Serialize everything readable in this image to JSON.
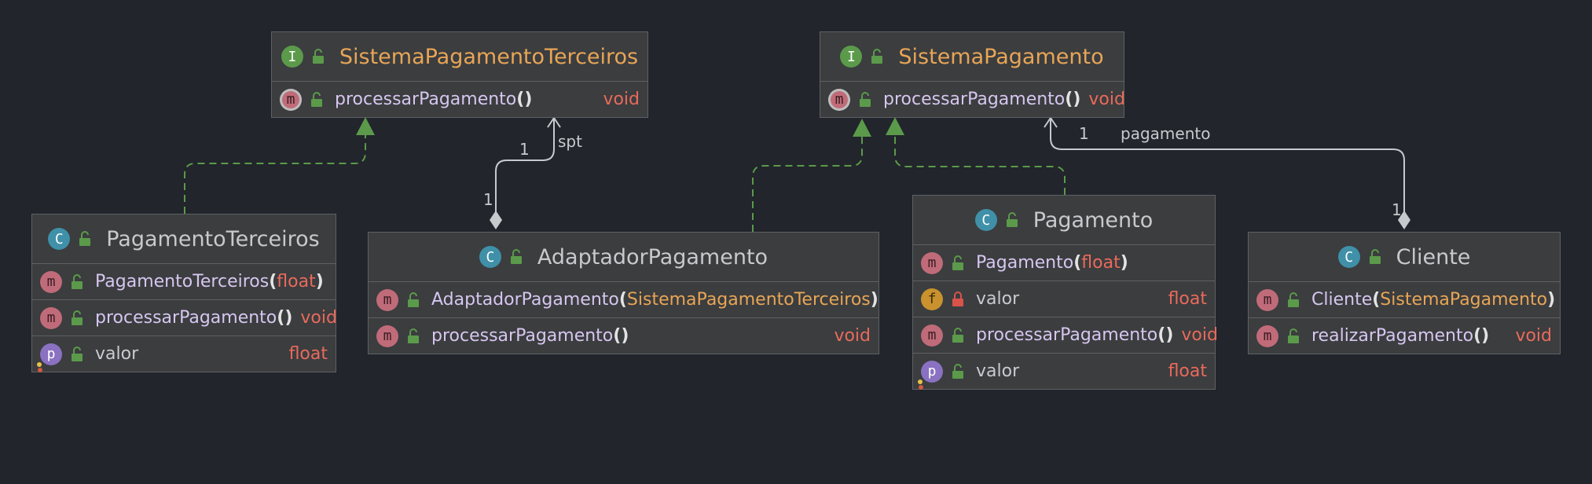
{
  "colors": {
    "background": "#22252b",
    "box": "#3b3d3f",
    "border": "#5e6164",
    "interface_title": "#e8a556",
    "class_title": "#c7cacd",
    "return_type": "#e96a5b",
    "realization_line": "#5b9a4a",
    "association_line": "#c7cacd"
  },
  "boxes": {
    "spt": {
      "kind": "interface",
      "badge": "I",
      "title": "SistemaPagamentoTerceiros",
      "rows": [
        {
          "badge": "m",
          "name": "processarPagamento",
          "parens": "()",
          "ret": "void"
        }
      ]
    },
    "sp": {
      "kind": "interface",
      "badge": "I",
      "title": "SistemaPagamento",
      "rows": [
        {
          "badge": "m",
          "name": "processarPagamento",
          "parens": "()",
          "ret": "void"
        }
      ]
    },
    "pt": {
      "kind": "class",
      "badge": "C",
      "title": "PagamentoTerceiros",
      "rows": [
        {
          "badge": "m",
          "name": "PagamentoTerceiros",
          "paren_open": "(",
          "param": "float",
          "paren_close": ")"
        },
        {
          "badge": "m",
          "name": "processarPagamento",
          "parens": "()",
          "ret": "void"
        },
        {
          "badge": "p",
          "name": "valor",
          "ret": "float"
        }
      ]
    },
    "ap": {
      "kind": "class",
      "badge": "C",
      "title": "AdaptadorPagamento",
      "rows": [
        {
          "badge": "m",
          "name": "AdaptadorPagamento",
          "paren_open": "(",
          "param": "SistemaPagamentoTerceiros",
          "paren_close": ")"
        },
        {
          "badge": "m",
          "name": "processarPagamento",
          "parens": "()",
          "ret": "void"
        }
      ]
    },
    "pg": {
      "kind": "class",
      "badge": "C",
      "title": "Pagamento",
      "rows": [
        {
          "badge": "m",
          "name": "Pagamento",
          "paren_open": "(",
          "param": "float",
          "paren_close": ")"
        },
        {
          "badge": "f",
          "name": "valor",
          "ret": "float"
        },
        {
          "badge": "m",
          "name": "processarPagamento",
          "parens": "()",
          "ret": "void"
        },
        {
          "badge": "p",
          "name": "valor",
          "ret": "float"
        }
      ]
    },
    "cl": {
      "kind": "class",
      "badge": "C",
      "title": "Cliente",
      "rows": [
        {
          "badge": "m",
          "name": "Cliente",
          "paren_open": "(",
          "param": "SistemaPagamento",
          "paren_close": ")"
        },
        {
          "badge": "m",
          "name": "realizarPagamento",
          "parens": "()",
          "ret": "void"
        }
      ]
    }
  },
  "edges": {
    "ap_spt": {
      "source_multiplicity": "1",
      "target_multiplicity": "1",
      "role": "spt"
    },
    "cl_sp": {
      "source_multiplicity": "1",
      "target_multiplicity": "1",
      "role": "pagamento"
    }
  }
}
